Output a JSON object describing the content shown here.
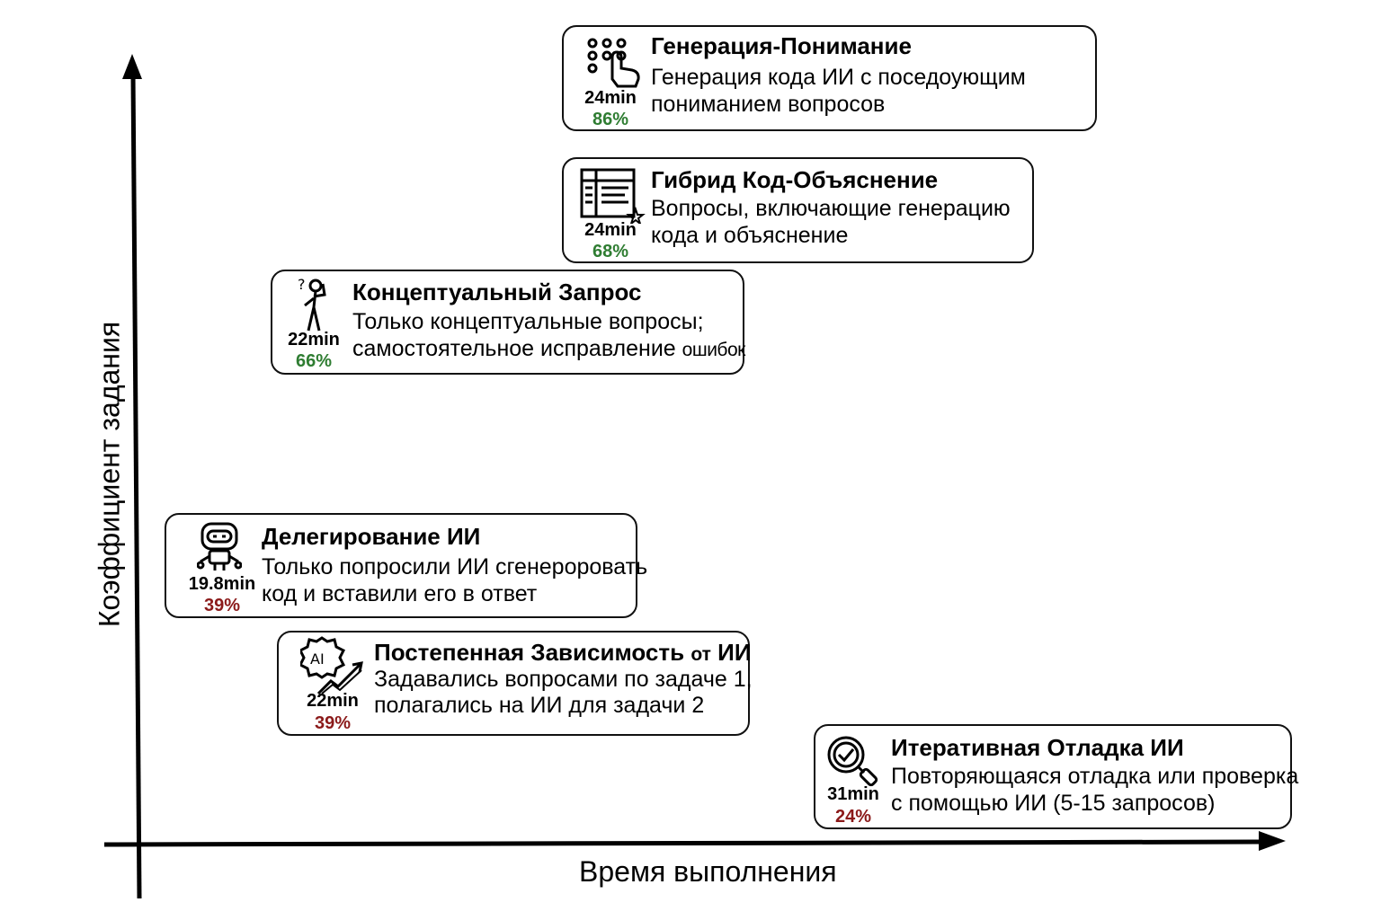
{
  "axes": {
    "x_label": "Время выполнения",
    "y_label": "Коэффициент задания"
  },
  "colors": {
    "high_score": "#2f7d32",
    "low_score": "#8b1a1a",
    "border": "#111111"
  },
  "cards": [
    {
      "id": "generation-understanding",
      "icon": "keypad-touch-icon",
      "title": "Генерация-Понимание",
      "desc_line1": "Генерация кода ИИ с поседоующим",
      "desc_line2": "пониманием вопросов",
      "time": "24min",
      "score": "86%"
    },
    {
      "id": "hybrid-code-explanation",
      "icon": "document-code-icon",
      "title": "Гибрид Код-Объяснение",
      "desc_line1": "Вопросы, включающие генерацию",
      "desc_line2": "кода и объяснение",
      "time": "24min",
      "score": "68%"
    },
    {
      "id": "conceptual-query",
      "icon": "thinking-person-icon",
      "title": "Концептуальный Запрос",
      "desc_line1": "Только концептуальные вопросы;",
      "desc_line2": "самостоятельное исправление",
      "desc_line2_small": "ошибок",
      "time": "22min",
      "score": "66%"
    },
    {
      "id": "ai-delegation",
      "icon": "robot-icon",
      "title": "Делегирование ИИ",
      "desc_line1": "Только попросили ИИ сгенероровать",
      "desc_line2": "код и вставили его в ответ",
      "time": "19.8min",
      "score": "39%"
    },
    {
      "id": "progressive-dependence",
      "icon": "ai-growth-icon",
      "title_main": "Постепенная Зависимость",
      "title_small": "от",
      "title_end": "ИИ",
      "desc_line1": "Задавались вопросами по задаче 1,",
      "desc_line2": "полагались на ИИ для задачи 2",
      "time": "22min",
      "score": "39%"
    },
    {
      "id": "iterative-debugging",
      "icon": "magnifier-check-icon",
      "title": "Итеративная Отладка ИИ",
      "desc_line1": "Повторяющаяся отладка или проверка",
      "desc_line2": "с помощью ИИ (5-15 запросов)",
      "time": "31min",
      "score": "24%"
    }
  ]
}
